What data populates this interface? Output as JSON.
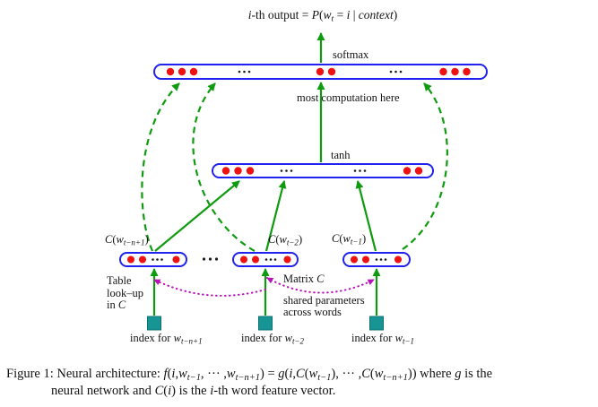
{
  "colors": {
    "layer_border": "#2222ee",
    "neuron_dot": "#ee1111",
    "arrow_green": "#0f9b0f",
    "shared_link_magenta": "#bb11bb",
    "index_box_teal": "#179494"
  },
  "figure": {
    "output_label": [
      {
        "t": "i",
        "i": 1
      },
      {
        "t": "-th output = "
      },
      {
        "t": "P",
        "i": 1
      },
      {
        "t": "("
      },
      {
        "t": "w",
        "i": 1
      },
      {
        "t": "t",
        "i": 1,
        "sub": 1
      },
      {
        "t": " = "
      },
      {
        "t": "i",
        "i": 1
      },
      {
        "t": " | "
      },
      {
        "t": "context",
        "i": 1
      },
      {
        "t": ")"
      }
    ],
    "softmax_label": "softmax",
    "most_computation_label": "most computation here",
    "tanh_label": "tanh",
    "embedding_labels": {
      "first": [
        {
          "t": "C",
          "i": 1
        },
        {
          "t": "("
        },
        {
          "t": "w",
          "i": 1
        },
        {
          "t": "t−n+1",
          "i": 1,
          "sub": 1
        },
        {
          "t": ")"
        }
      ],
      "second": [
        {
          "t": "C",
          "i": 1
        },
        {
          "t": "("
        },
        {
          "t": "w",
          "i": 1
        },
        {
          "t": "t−2",
          "i": 1,
          "sub": 1
        },
        {
          "t": ")"
        }
      ],
      "third": [
        {
          "t": "C",
          "i": 1
        },
        {
          "t": "("
        },
        {
          "t": "w",
          "i": 1
        },
        {
          "t": "t−1",
          "i": 1,
          "sub": 1
        },
        {
          "t": ")"
        }
      ]
    },
    "table_lookup": {
      "line1": "Table",
      "line2": "look–up",
      "line3": [
        {
          "t": "in "
        },
        {
          "t": "C",
          "i": 1
        }
      ]
    },
    "matrix_note": {
      "title": [
        {
          "t": "Matrix "
        },
        {
          "t": "C",
          "i": 1
        }
      ],
      "line2": "shared parameters",
      "line3": "across words"
    },
    "index_labels": {
      "first": [
        {
          "t": "index for "
        },
        {
          "t": "w",
          "i": 1
        },
        {
          "t": "t−n+1",
          "i": 1,
          "sub": 1
        }
      ],
      "second": [
        {
          "t": "index for "
        },
        {
          "t": "w",
          "i": 1
        },
        {
          "t": "t−2",
          "i": 1,
          "sub": 1
        }
      ],
      "third": [
        {
          "t": "index for "
        },
        {
          "t": "w",
          "i": 1
        },
        {
          "t": "t−1",
          "i": 1,
          "sub": 1
        }
      ]
    }
  },
  "caption": {
    "line1": [
      {
        "t": "Figure 1:  Neural architecture: "
      },
      {
        "t": "f",
        "i": 1
      },
      {
        "t": "("
      },
      {
        "t": "i",
        "i": 1
      },
      {
        "t": ","
      },
      {
        "t": "w",
        "i": 1
      },
      {
        "t": "t−1",
        "i": 1,
        "sub": 1
      },
      {
        "t": ", ··· ,"
      },
      {
        "t": "w",
        "i": 1
      },
      {
        "t": "t−n+1",
        "i": 1,
        "sub": 1
      },
      {
        "t": ") = "
      },
      {
        "t": "g",
        "i": 1
      },
      {
        "t": "("
      },
      {
        "t": "i",
        "i": 1
      },
      {
        "t": ","
      },
      {
        "t": "C",
        "i": 1
      },
      {
        "t": "("
      },
      {
        "t": "w",
        "i": 1
      },
      {
        "t": "t−1",
        "i": 1,
        "sub": 1
      },
      {
        "t": "), ··· ,"
      },
      {
        "t": "C",
        "i": 1
      },
      {
        "t": "("
      },
      {
        "t": "w",
        "i": 1
      },
      {
        "t": "t−n+1",
        "i": 1,
        "sub": 1
      },
      {
        "t": ")) where "
      },
      {
        "t": "g",
        "i": 1
      },
      {
        "t": " is the"
      }
    ],
    "line2": [
      {
        "t": "neural network and "
      },
      {
        "t": "C",
        "i": 1
      },
      {
        "t": "("
      },
      {
        "t": "i",
        "i": 1
      },
      {
        "t": ") is the "
      },
      {
        "t": "i",
        "i": 1
      },
      {
        "t": "-th word feature vector."
      }
    ]
  }
}
